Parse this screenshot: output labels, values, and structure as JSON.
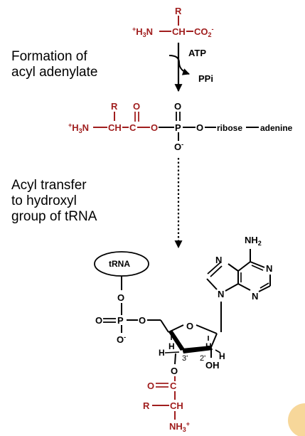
{
  "labels": {
    "step1_line1": "Formation of",
    "step1_line2": "acyl adenylate",
    "step2_line1": "Acyl transfer",
    "step2_line2": "to hydroxyl",
    "step2_line3": "group of tRNA"
  },
  "reagents": {
    "atp": "ATP",
    "ppi": "PPi"
  },
  "amino_acid": {
    "r": "R",
    "h3n": "+H3N",
    "ch": "CH",
    "co2": "CO2-"
  },
  "adenylate": {
    "r": "R",
    "o_top1": "O",
    "h3n": "+H3N",
    "ch": "CH",
    "c": "C",
    "o1": "O",
    "p": "P",
    "o2": "O",
    "o_top2": "O",
    "o_bottom": "O-",
    "ribose": "ribose",
    "adenine": "adenine"
  },
  "trna_product": {
    "trna": "tRNA",
    "o_link": "O",
    "o_left": "O",
    "p": "P",
    "o_right": "O",
    "o_minus": "O-",
    "ring_o": "O",
    "h1": "H",
    "h2": "H",
    "h3": "H",
    "h4": "H",
    "pos3": "3'",
    "pos2": "2'",
    "oh": "OH",
    "ester_o": "O",
    "carbonyl_o": "O",
    "carbonyl_c": "C",
    "r": "R",
    "ch": "CH",
    "nh3": "NH3+",
    "nh2": "NH2",
    "n7": "N",
    "n9": "N",
    "n1": "N",
    "n3": "N"
  },
  "colors": {
    "amino_acid": "#a01e1e",
    "text": "#000000",
    "corner_circle": "#f7d79a"
  }
}
